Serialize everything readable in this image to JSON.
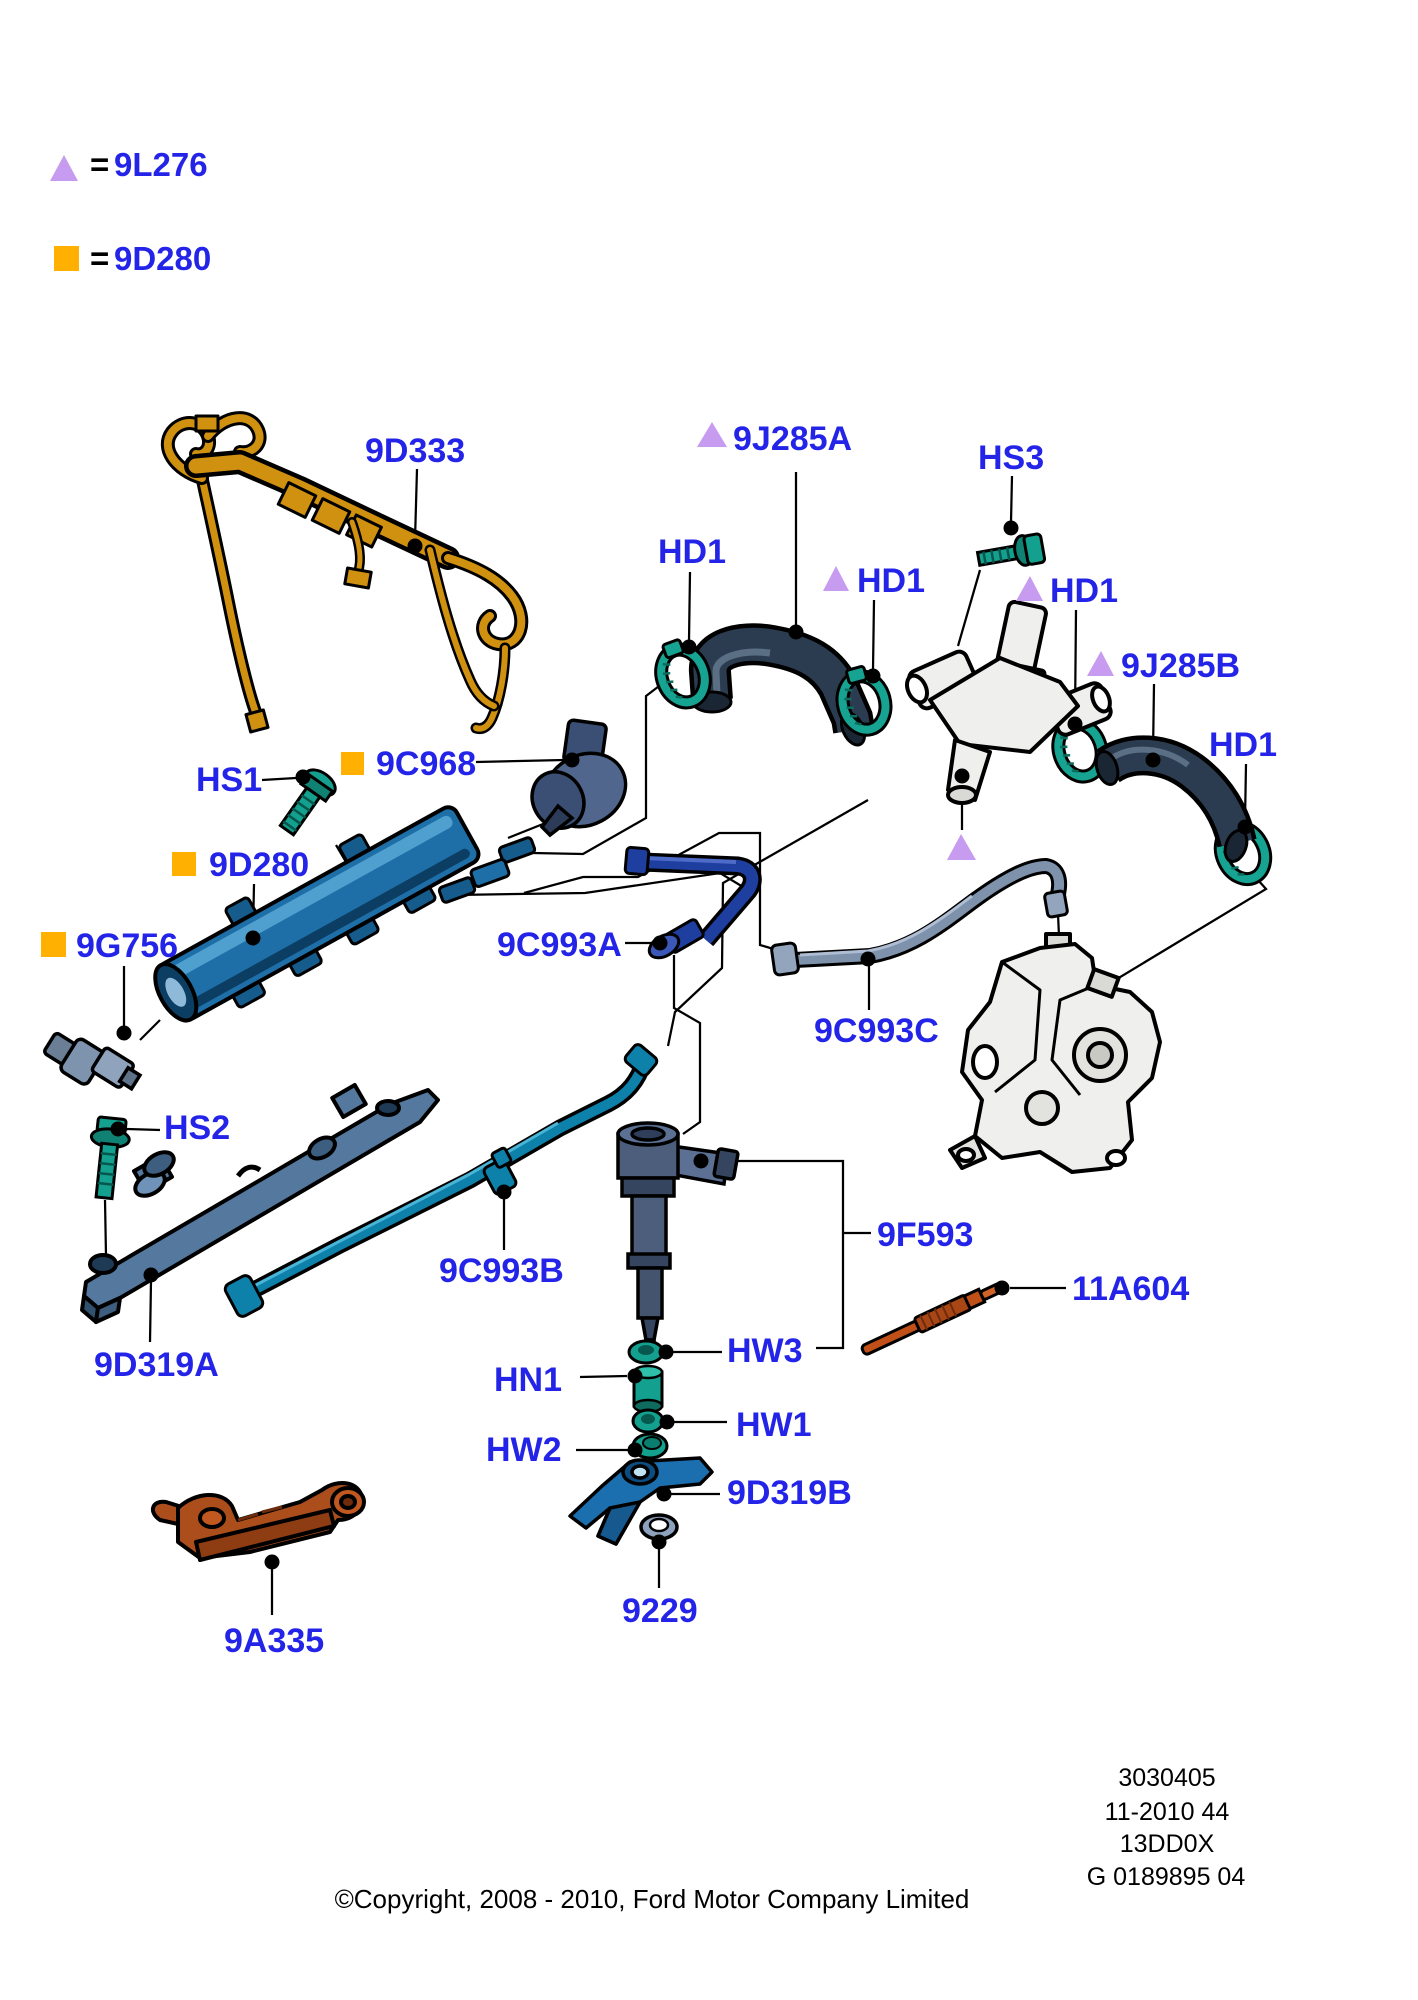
{
  "legend": {
    "items": [
      {
        "symbol": "triangle",
        "equals": "=",
        "code": "9L276"
      },
      {
        "symbol": "square",
        "equals": "=",
        "code": "9D280"
      }
    ]
  },
  "labels": {
    "p9d333": "9D333",
    "p9j285a": "9J285A",
    "hs3": "HS3",
    "hd1_a": "HD1",
    "hd1_b": "HD1",
    "hd1_c": "HD1",
    "hd1_d": "HD1",
    "p9j285b": "9J285B",
    "p9c968": "9C968",
    "hs1": "HS1",
    "p9d280": "9D280",
    "p9g756": "9G756",
    "p9c993a": "9C993A",
    "p9c993c": "9C993C",
    "p9c993b": "9C993B",
    "hs2": "HS2",
    "p9d319a": "9D319A",
    "p9f593": "9F593",
    "p11a604": "11A604",
    "hw3": "HW3",
    "hn1": "HN1",
    "hw1": "HW1",
    "hw2": "HW2",
    "p9d319b": "9D319B",
    "p9229": "9229",
    "p9a335": "9A335"
  },
  "footer": {
    "doc_number": "3030405",
    "revision": "11-2010 44",
    "sheet_code": "13DD0X",
    "drawing_ref": "G 0189895 04",
    "copyright": "©Copyright, 2008 - 2010, Ford Motor Company Limited"
  },
  "colors": {
    "label_text": "#2424E8",
    "marker_triangle": "#C79BEF",
    "marker_square": "#FFB000",
    "harness_orange": "#D09010",
    "rail_blue": "#1E6FA8",
    "teal_hardware": "#14A08E",
    "hose_navy": "#2C3C50",
    "pipe_9c993a": "#1E3FA0",
    "pipe_9c993b": "#0E81AA",
    "pipe_9c993c": "#7E92AC",
    "metal_light": "#EFEFED",
    "injector_slate": "#4C5E7C",
    "bar_steel": "#54789E",
    "bracket_rust": "#AC4E1C",
    "glow_plug_orange": "#C05018"
  }
}
